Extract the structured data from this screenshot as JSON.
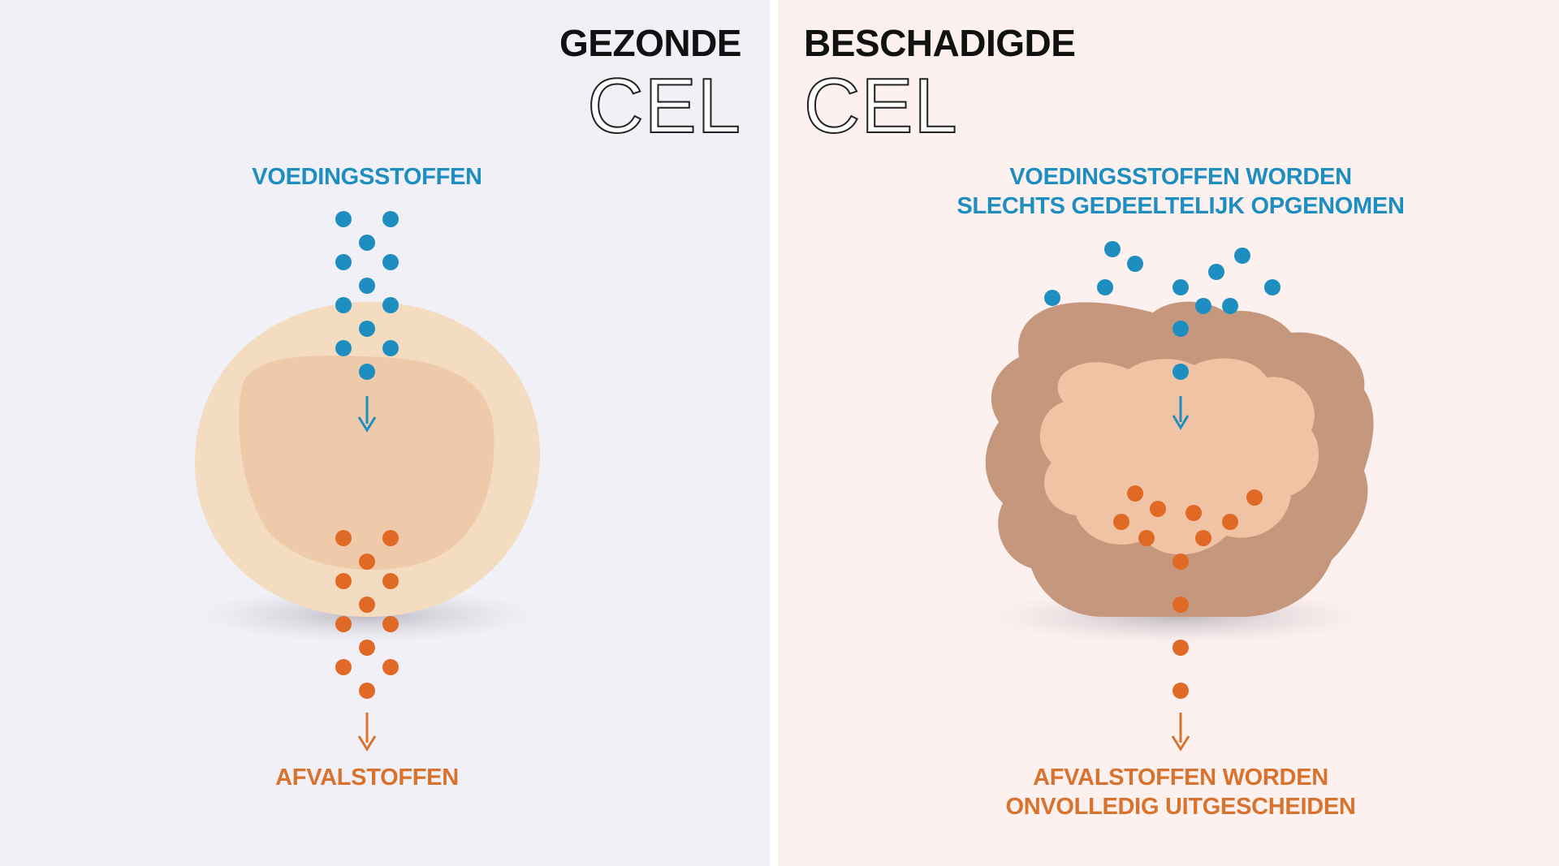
{
  "colors": {
    "nutrient_dot": "#1e8ec1",
    "waste_dot": "#e06a25",
    "healthy_cell_outer": "#f4dcc1",
    "healthy_cell_inner": "#eecaaa",
    "damaged_cell_outer": "#c5987e",
    "damaged_cell_inner": "#efc3a3"
  },
  "healthy": {
    "title_bold": "GEZONDE",
    "title_thin": "CEL",
    "nutrients_label": "VOEDINGSSTOFFEN",
    "waste_label": "AFVALSTOFFEN"
  },
  "damaged": {
    "title_bold": "BESCHADIGDE",
    "title_thin": "CEL",
    "nutrients_label_line1": "VOEDINGSSTOFFEN WORDEN",
    "nutrients_label_line2": "SLECHTS GEDEELTELIJK OPGENOMEN",
    "waste_label_line1": "AFVALSTOFFEN WORDEN",
    "waste_label_line2": "ONVOLLEDIG UITGESCHEIDEN"
  }
}
